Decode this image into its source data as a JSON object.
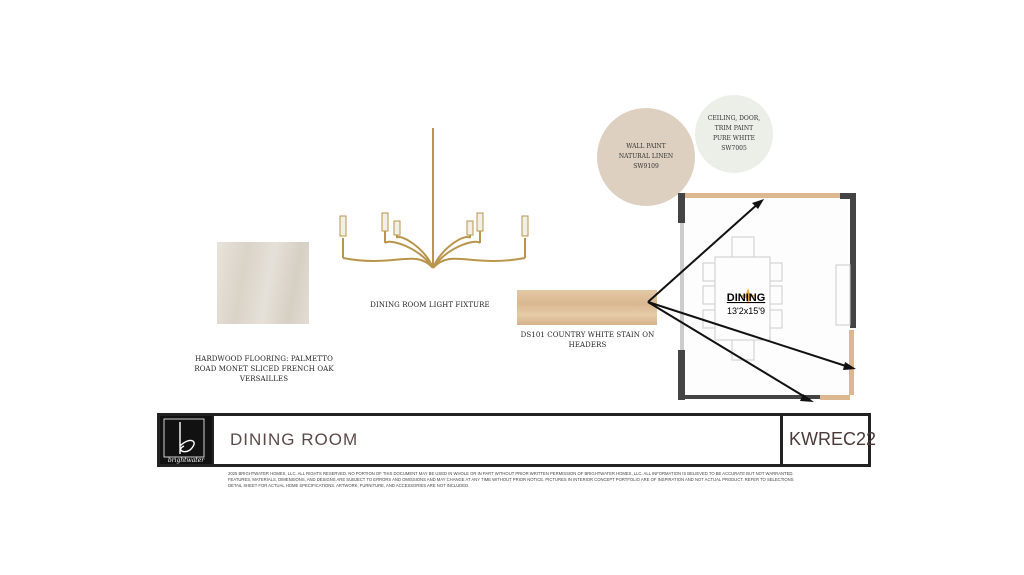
{
  "items": {
    "flooring": {
      "label": "HARDWOOD FLOORING: PALMETTO ROAD MONET SLICED FRENCH OAK VERSAILLES"
    },
    "light": {
      "label": "DINING ROOM LIGHT FIXTURE"
    },
    "stain": {
      "label": "DS101 COUNTRY WHITE STAIN ON HEADERS"
    },
    "wall_paint": {
      "label": "WALL PAINT NATURAL LINEN SW9109",
      "color": "#ddd0c0"
    },
    "trim_paint": {
      "label": "CEILING, DOOR, TRIM PAINT PURE WHITE SW7005",
      "color": "#eceee8"
    }
  },
  "floorplan": {
    "room": "DINING",
    "dims": "13'2x15'9"
  },
  "titlebar": {
    "logo_text": "brightwater",
    "title": "DINING ROOM",
    "code": "KWREC22"
  },
  "disclaimer": "2025 BRIGHTWATER HOMES, LLC. ALL RIGHTS RESERVED. NO PORTION OF THIS DOCUMENT MAY BE USED IN WHOLE OR IN PART WITHOUT PRIOR WRITTEN PERMISSION OF BRIGHTWATER HOMES, LLC. ALL INFORMATION IS BELIEVED TO BE ACCURATE BUT NOT WARRANTED. FEATURES, MATERIALS, DIMENSIONS, AND DESIGNS ARE SUBJECT TO ERRORS AND OMISSIONS AND MAY CHANGE AT ANY TIME WITHOUT PRIOR NOTICE. PICTURES IN INTERIOR CONCEPT PORTFOLIO ARE OF INSPIRATION AND NOT ACTUAL PRODUCT. REFER TO SELECTIONS DETAIL SHEET FOR ACTUAL HOME SPECIFICATIONS. ARTWORK, FURNITURE, AND ACCESSORIES ARE NOT INCLUDED."
}
